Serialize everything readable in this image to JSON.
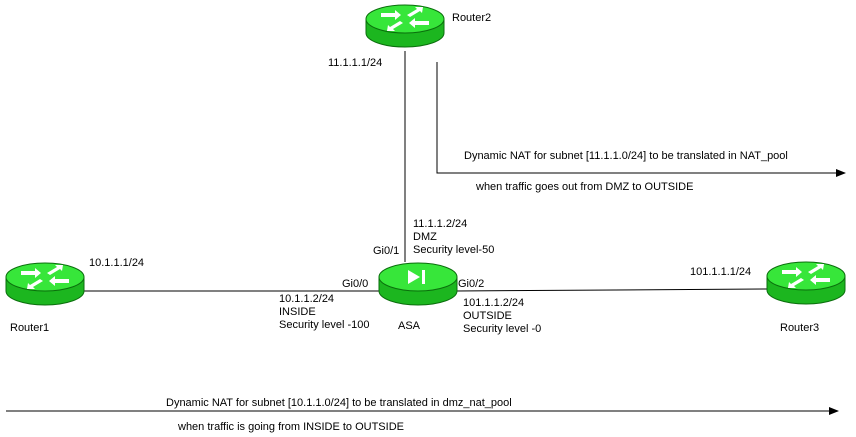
{
  "devices": {
    "router1": {
      "name": "Router1"
    },
    "router2": {
      "name": "Router2"
    },
    "router3": {
      "name": "Router3"
    },
    "asa": {
      "name": "ASA"
    }
  },
  "links": {
    "router1": {
      "ip": "10.1.1.1/24"
    },
    "router2": {
      "ip": "11.1.1.1/24"
    },
    "router3": {
      "ip": "101.1.1.1/24"
    }
  },
  "asa_interfaces": {
    "gi00": {
      "port": "Gi0/0",
      "ip": "10.1.1.2/24",
      "zone": "INSIDE",
      "security": "Security level -100"
    },
    "gi01": {
      "port": "Gi0/1",
      "ip": "11.1.1.2/24",
      "zone": "DMZ",
      "security": "Security level-50"
    },
    "gi02": {
      "port": "Gi0/2",
      "ip": "101.1.1.2/24",
      "zone": "OUTSIDE",
      "security": "Security level -0"
    }
  },
  "nat_rules": {
    "dmz": {
      "line1": "Dynamic NAT for subnet [11.1.1.0/24] to be translated in NAT_pool",
      "line2": "when traffic goes out from DMZ to OUTSIDE"
    },
    "inside": {
      "line1": "Dynamic NAT for subnet [10.1.1.0/24] to be translated in dmz_nat_pool",
      "line2": "when traffic is going from INSIDE to OUTSIDE"
    }
  },
  "colors": {
    "device_top": "#37e63a",
    "device_body": "#1cb61f",
    "device_outline": "#0a6e0c",
    "line": "#000000"
  }
}
